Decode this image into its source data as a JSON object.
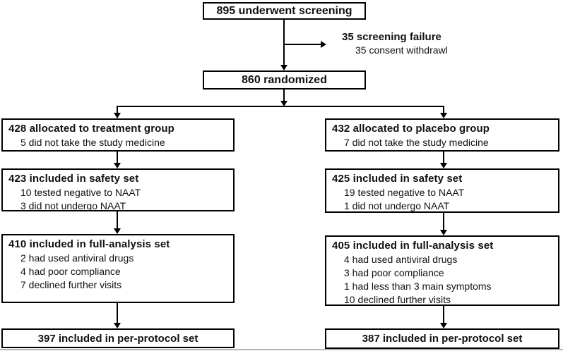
{
  "figure": {
    "type": "consort-flow-diagram",
    "background_color": "#ffffff",
    "line_color": "#000000",
    "text_color": "#111111",
    "top_boxes": [
      {
        "label": "895 underwent screening"
      },
      {
        "label": "860 randomized"
      }
    ],
    "exclusion_note": {
      "headline": "35 screening failure",
      "detail": "35 consent withdrawl"
    },
    "left_column": {
      "boxes": [
        {
          "title": "428 allocated to treatment group",
          "lines": [
            "5 did not take the study medicine"
          ]
        },
        {
          "title": "423 included in safety set",
          "lines": [
            "10 tested negative to NAAT",
            "3 did not undergo NAAT"
          ]
        },
        {
          "title": "410 included in full-analysis set",
          "lines": [
            "2 had used antiviral drugs",
            "4 had poor compliance",
            "7 declined further visits"
          ]
        },
        {
          "title": "397 included in per-protocol set",
          "lines": []
        }
      ]
    },
    "right_column": {
      "boxes": [
        {
          "title": "432 allocated to placebo group",
          "lines": [
            "7 did not take the study medicine"
          ]
        },
        {
          "title": "425 included in safety set",
          "lines": [
            "19 tested negative to NAAT",
            "1 did not undergo NAAT"
          ]
        },
        {
          "title": "405 included in full-analysis set",
          "lines": [
            "4 had used antiviral drugs",
            "3 had poor compliance",
            "1 had less than 3 main symptoms",
            "10 declined further visits"
          ]
        },
        {
          "title": "387 included in per-protocol set",
          "lines": []
        }
      ]
    }
  }
}
